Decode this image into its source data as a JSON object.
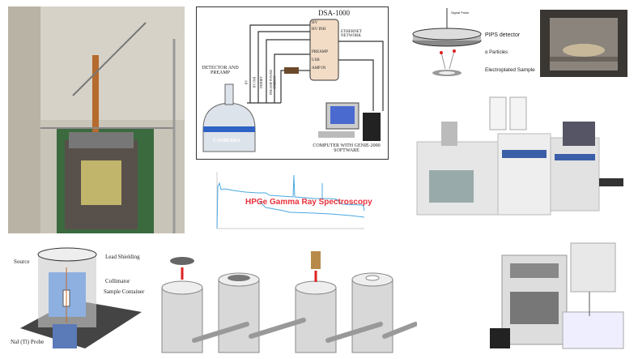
{
  "dsa": {
    "title": "DSA-1000",
    "ports": [
      "HV",
      "HV INH",
      "PREAMP",
      "USB",
      "AMP IN"
    ],
    "ethernet": "ETHERNET NETWORK",
    "detector": "DETECTOR AND PREAMP",
    "cables": [
      "HV",
      "HV INH",
      "INHIBIT",
      "PREAMP POWER",
      "ENERGY"
    ],
    "logo": "CANBERRA",
    "computer": "COMPUTER WITH GENIE-2000 SOFTWARE"
  },
  "pips": {
    "signal": "Signal Pulse",
    "detector": "PIPS detector",
    "particles": "α Particles",
    "sample": "Electroplated Sample"
  },
  "spectrum": {
    "title": "HPGe Gamma Ray Spectroscopy",
    "title_color": "#e8323c",
    "line_color": "#4aa8e0"
  },
  "nai": {
    "source": "Source",
    "shielding": "Lead Shielding",
    "collimator": "Collimator",
    "container": "Sample Container",
    "probe": "NaI (Tl) Probe"
  }
}
